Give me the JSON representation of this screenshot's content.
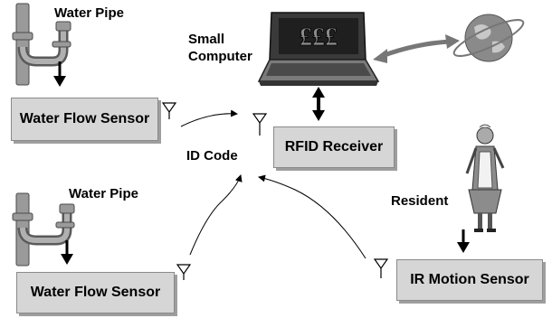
{
  "labels": {
    "water_pipe_top": "Water Pipe",
    "water_pipe_bottom": "Water Pipe",
    "small_computer": "Small\nComputer",
    "id_code": "ID Code",
    "resident": "Resident"
  },
  "boxes": {
    "water_flow_sensor_top": "Water Flow Sensor",
    "water_flow_sensor_bottom": "Water Flow Sensor",
    "rfid_receiver": "RFID Receiver",
    "ir_motion_sensor": "IR Motion Sensor"
  },
  "screen_text": "£££",
  "colors": {
    "box_fill": "#d6d6d6",
    "box_border": "#8a8a8a",
    "arrow": "#000000",
    "globe": "#8a8a8a"
  },
  "icons": [
    "water-pipe-icon",
    "water-pipe-icon",
    "laptop-icon",
    "globe-icon",
    "resident-person-icon",
    "antenna-icon"
  ]
}
